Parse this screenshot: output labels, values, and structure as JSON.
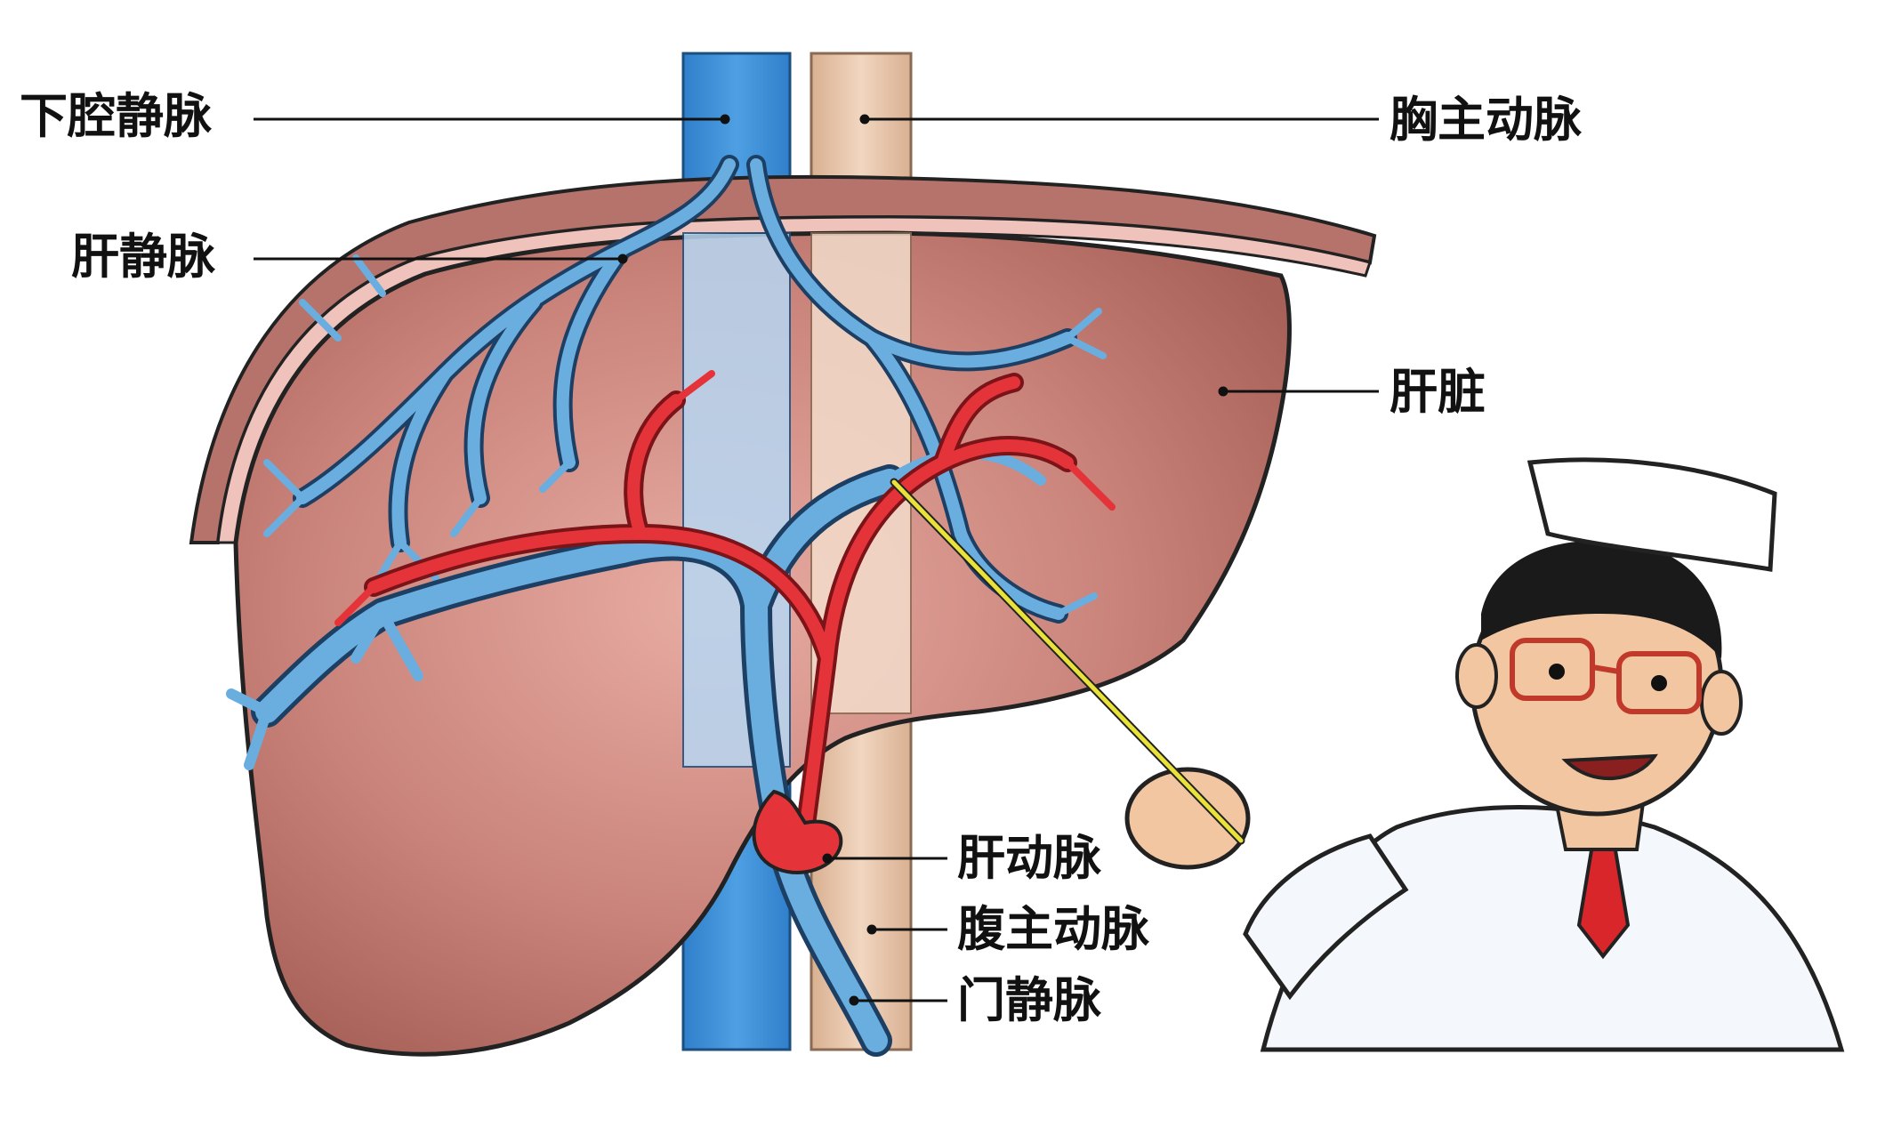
{
  "labels": {
    "inferior_vena_cava": "下腔静脉",
    "hepatic_vein": "肝静脉",
    "thoracic_aorta": "胸主动脉",
    "liver": "肝脏",
    "hepatic_artery": "肝动脉",
    "abdominal_aorta": "腹主动脉",
    "portal_vein": "门静脉"
  },
  "colors": {
    "liver": "#c98278",
    "liver_dark": "#a8655c",
    "diaphragm": "#b06a63",
    "vein": "#6aaee0",
    "vena_cava": "#3f8fd8",
    "vena_cava_light": "#b7d7f3",
    "aorta": "#e9c4a8",
    "artery": "#e5333a",
    "pointer": "#e8e23a"
  }
}
